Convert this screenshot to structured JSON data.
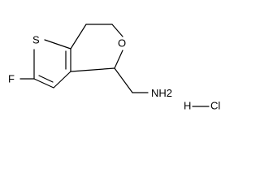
{
  "structure": {
    "atoms": {
      "sulfur": "S",
      "oxygen": "O",
      "fluorine": "F",
      "amine_group": "NH2"
    },
    "salt": {
      "hydrogen": "H",
      "chlorine": "Cl"
    }
  }
}
